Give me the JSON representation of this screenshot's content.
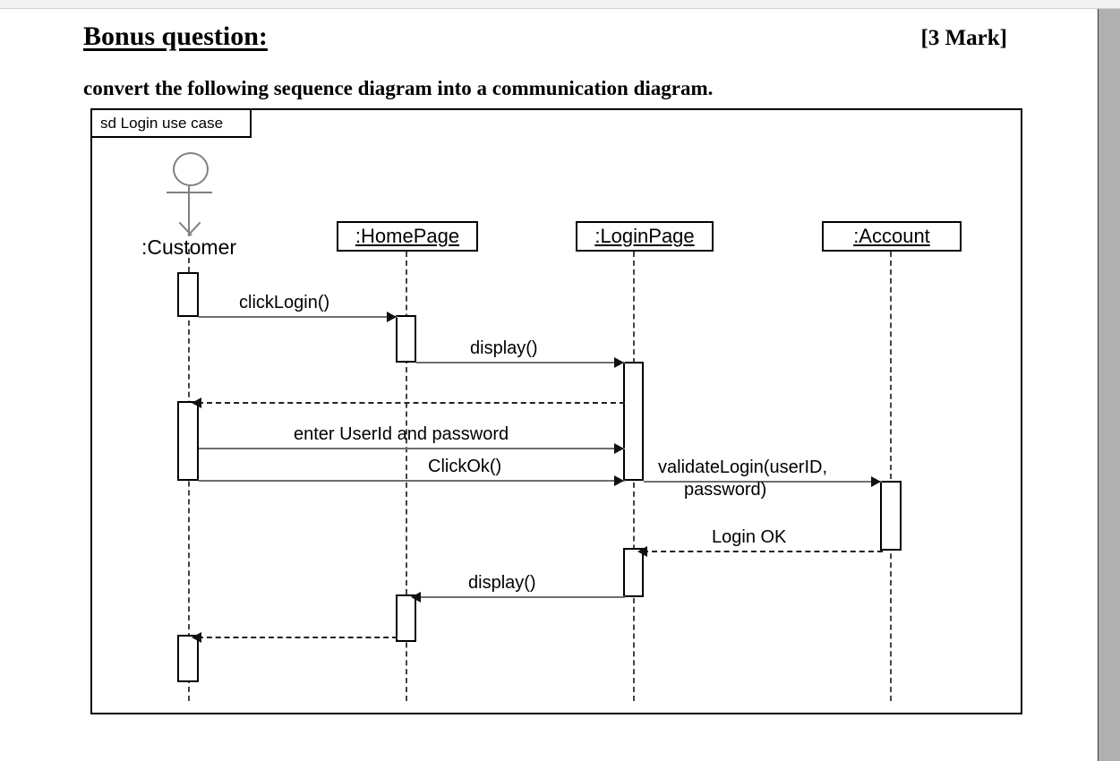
{
  "page": {
    "title": "Bonus question:",
    "marks": "[3 Mark]",
    "instruction": "convert the following sequence diagram into a communication diagram."
  },
  "diagram": {
    "frame_label": "sd Login use case",
    "type": "uml-sequence-diagram",
    "actor": {
      "name": ":Customer"
    },
    "lifelines": [
      {
        "id": "customer",
        "label": ":Customer",
        "kind": "actor"
      },
      {
        "id": "homepage",
        "label": ":HomePage",
        "kind": "object"
      },
      {
        "id": "loginpage",
        "label": ":LoginPage",
        "kind": "object"
      },
      {
        "id": "account",
        "label": ":Account",
        "kind": "object"
      }
    ],
    "messages": [
      {
        "seq": 1,
        "label": "clickLogin()",
        "from": "customer",
        "to": "homepage",
        "style": "solid"
      },
      {
        "seq": 2,
        "label": "display()",
        "from": "homepage",
        "to": "loginpage",
        "style": "solid"
      },
      {
        "seq": 3,
        "label": "",
        "from": "loginpage",
        "to": "customer",
        "style": "dashed"
      },
      {
        "seq": 4,
        "label": "enter UserId and password",
        "from": "customer",
        "to": "loginpage",
        "style": "solid"
      },
      {
        "seq": 5,
        "label": "ClickOk()",
        "from": "customer",
        "to": "loginpage",
        "style": "solid"
      },
      {
        "seq": 6,
        "label_line1": "validateLogin(userID,",
        "label_line2": "password)",
        "from": "loginpage",
        "to": "account",
        "style": "solid"
      },
      {
        "seq": 7,
        "label": "Login OK",
        "from": "account",
        "to": "loginpage",
        "style": "dashed"
      },
      {
        "seq": 8,
        "label": "display()",
        "from": "loginpage",
        "to": "homepage",
        "style": "solid"
      },
      {
        "seq": 9,
        "label": "",
        "from": "homepage",
        "to": "customer",
        "style": "dashed"
      }
    ],
    "colors": {
      "line": "#000000",
      "message_line": "#6e6e6e",
      "actor_stroke": "#808080",
      "background": "#ffffff"
    }
  }
}
